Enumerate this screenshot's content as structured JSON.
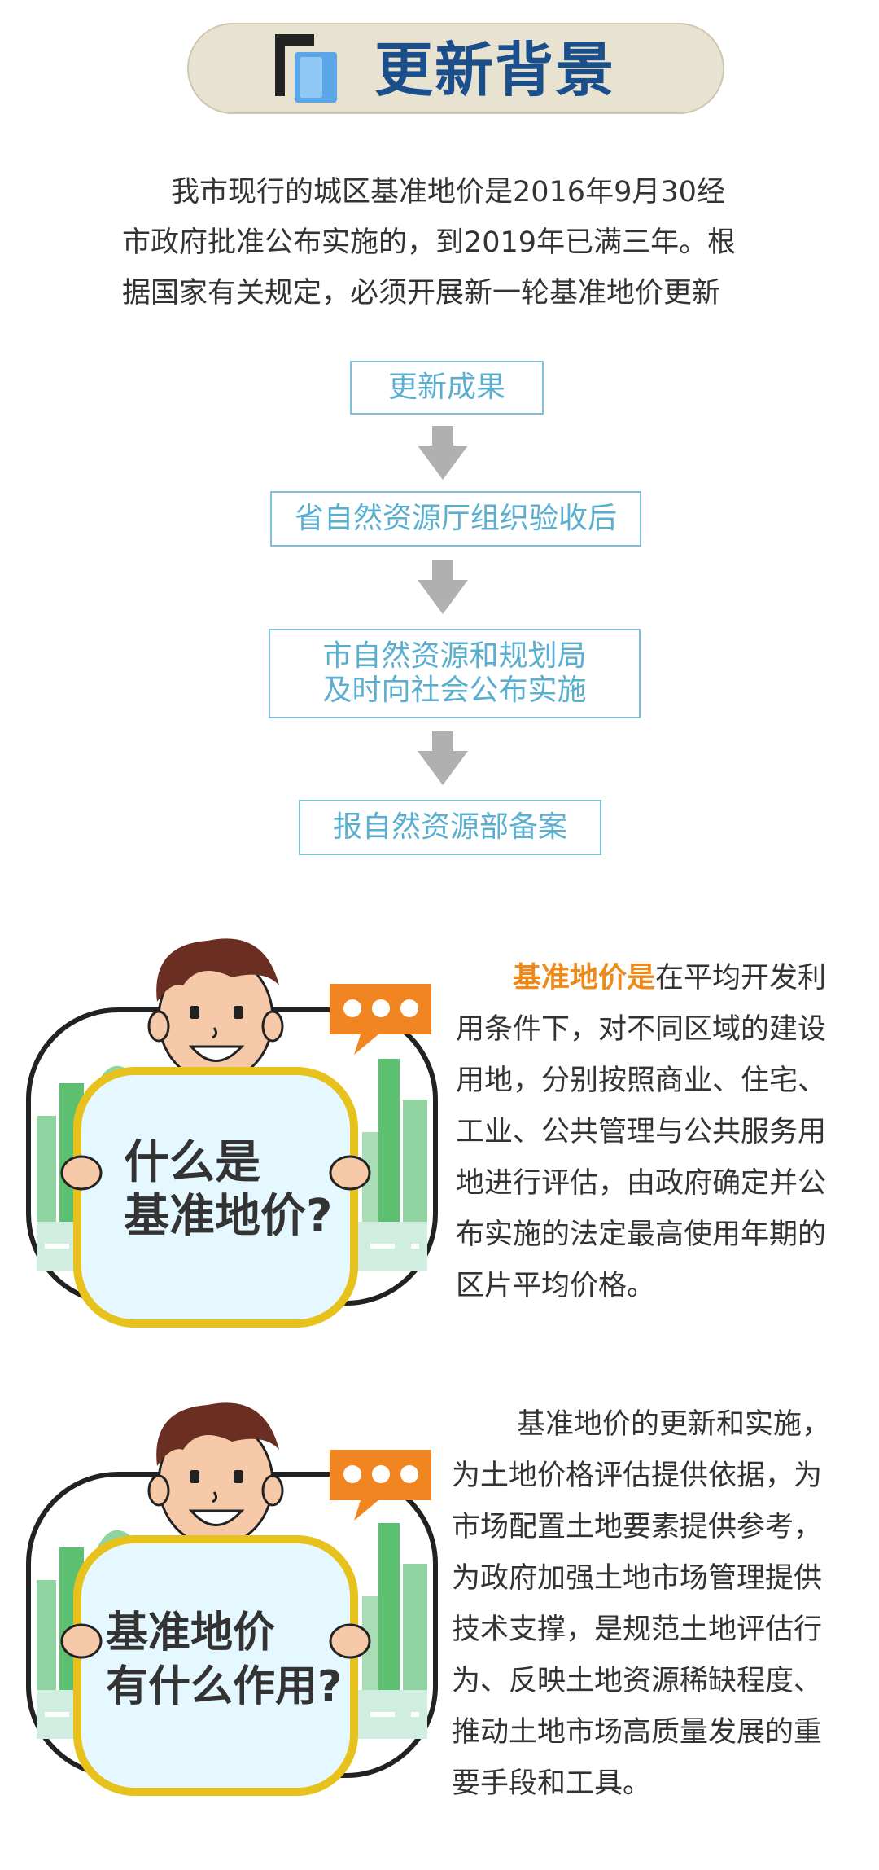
{
  "header": {
    "title": "更新背景"
  },
  "intro": {
    "lines": [
      "我市现行的城区基准地价是2016年9月30经",
      "市政府批准公布实施的，到2019年已满三年。根",
      "据国家有关规定，必须开展新一轮基准地价更新"
    ]
  },
  "flow": {
    "steps": [
      {
        "lines": [
          "更新成果"
        ]
      },
      {
        "lines": [
          "省自然资源厅组织验收后"
        ]
      },
      {
        "lines": [
          "市自然资源和规划局",
          "及时向社会公布实施"
        ]
      },
      {
        "lines": [
          "报自然资源部备案"
        ]
      }
    ]
  },
  "qa1": {
    "sign": [
      "什么是",
      "基准地价?"
    ],
    "highlight": "基准地价是",
    "lines": [
      "在平均开发利",
      "用条件下，对不同区域的建设",
      "用地，分别按照商业、住宅、",
      "工业、公共管理与公共服务用",
      "地进行评估，由政府确定并公",
      "布实施的法定最高使用年期的",
      "区片平均价格。"
    ]
  },
  "qa2": {
    "sign": [
      "基准地价",
      "有什么作用?"
    ],
    "lines": [
      "基准地价的更新和实施，",
      "为土地价格评估提供依据，为",
      "市场配置土地要素提供参考，",
      "为政府加强土地市场管理提供",
      "技术支撑，是规范土地评估行",
      "为、反映土地资源稀缺程度、",
      "推动土地市场高质量发展的重",
      "要手段和工具。"
    ]
  },
  "colors": {
    "title": "#1b4f8c",
    "flow_text": "#5aaed0",
    "flow_border": "#7ec0d8",
    "highlight": "#ef8a1a",
    "arrow": "#b0b0b0"
  }
}
